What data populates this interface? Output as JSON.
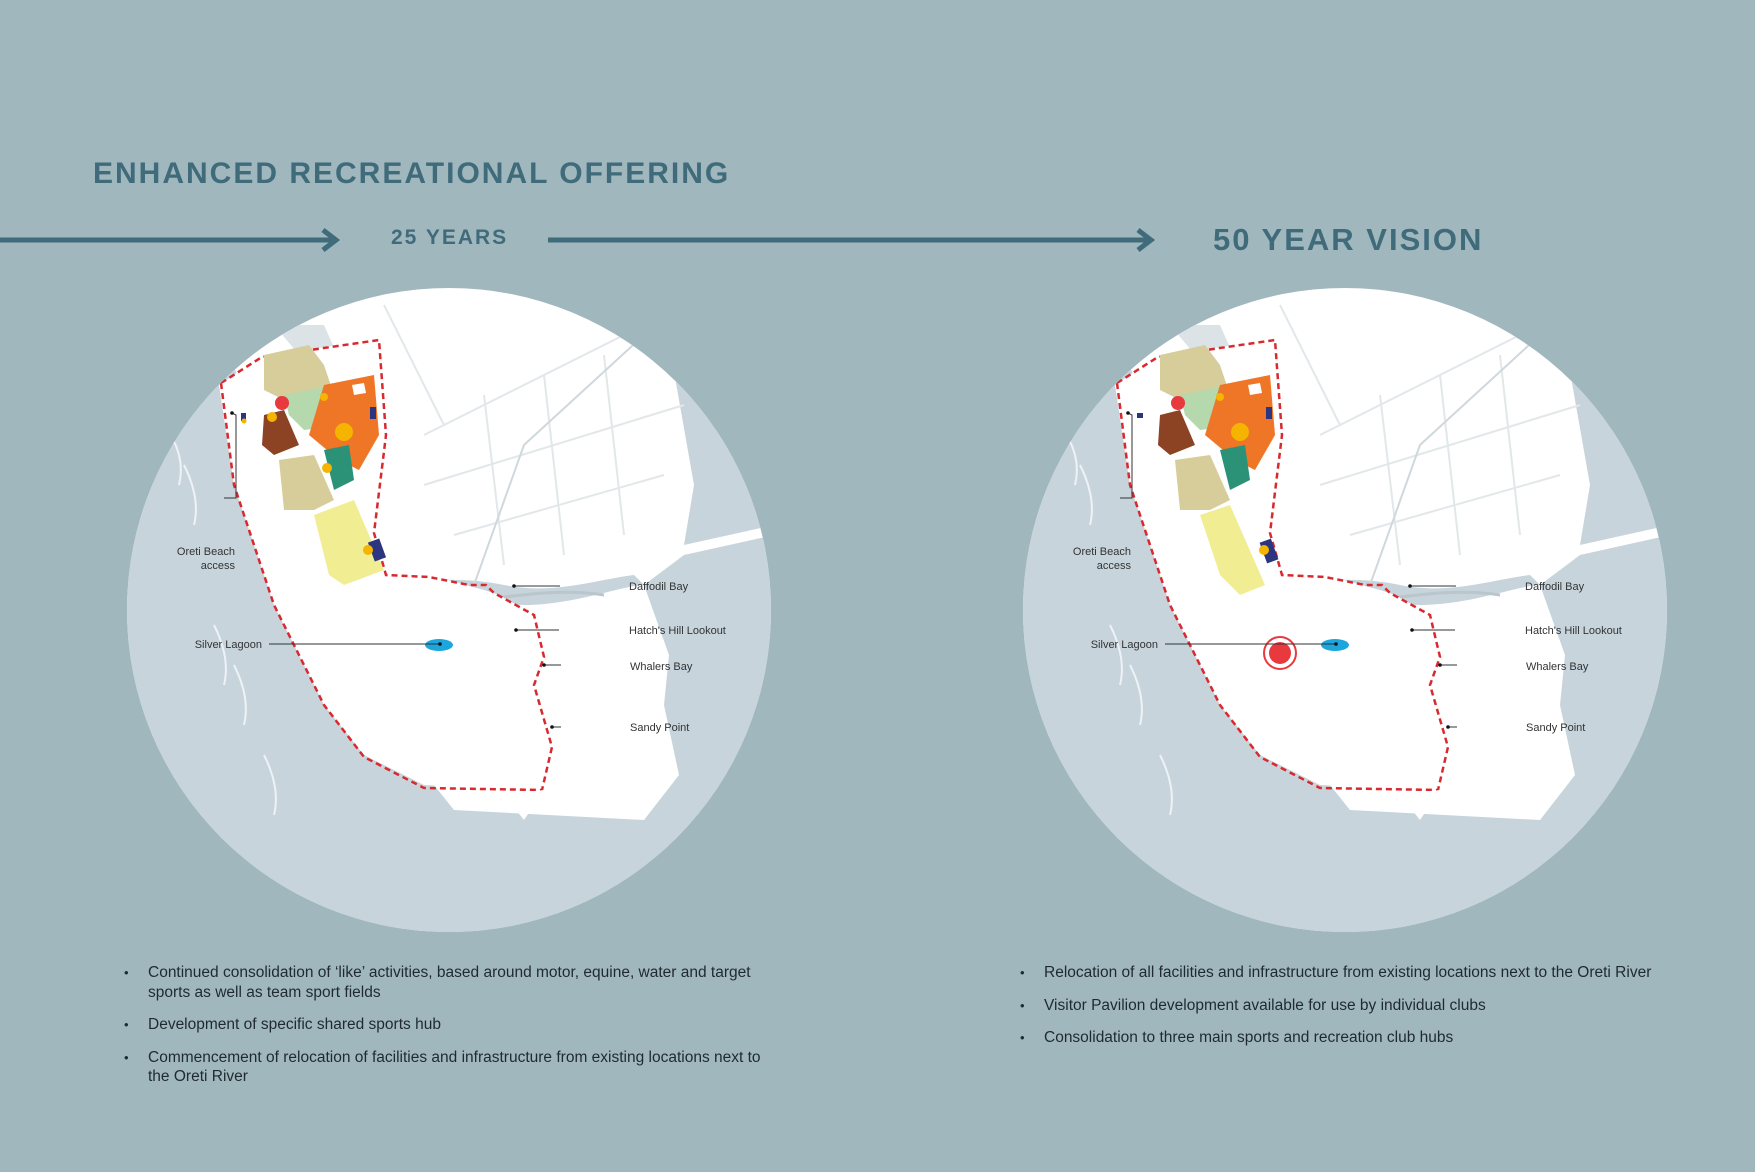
{
  "title": "ENHANCED RECREATIONAL OFFERING",
  "timeline": {
    "stage1_label": "25 YEARS",
    "stage2_label": "50 YEAR VISION"
  },
  "colors": {
    "background": "#a1b7be",
    "heading": "#3f6b7a",
    "boundary": "#d8292f",
    "water": "#c7d4dc",
    "land": "#ffffff",
    "marker": "#e8393f",
    "lagoon": "#1ca6de",
    "zone_olive": "#d6cd9b",
    "zone_orange": "#ef7627",
    "zone_mint": "#b5d8ad",
    "zone_brown": "#8b4323",
    "zone_teal": "#2b9277",
    "zone_yellow": "#f1ed93",
    "zone_navy": "#2b3580",
    "dot_gold": "#f4b400"
  },
  "maps": [
    {
      "id": "map-25-years",
      "labels": {
        "beach_access": [
          "Oreti Beach",
          "access"
        ],
        "silver_lagoon": "Silver Lagoon",
        "daffodil_bay": "Daffodil Bay",
        "hatchs_hill": "Hatch's Hill Lookout",
        "whalers_bay": "Whalers Bay",
        "sandy_point": "Sandy Point"
      }
    },
    {
      "id": "map-50-years",
      "labels": {
        "beach_access": [
          "Oreti Beach",
          "access"
        ],
        "silver_lagoon": "Silver Lagoon",
        "daffodil_bay": "Daffodil Bay",
        "hatchs_hill": "Hatch's Hill Lookout",
        "whalers_bay": "Whalers Bay",
        "sandy_point": "Sandy Point"
      }
    }
  ],
  "bullets_25": [
    "Continued consolidation of ‘like’ activities, based around motor, equine, water and target sports as well as team sport fields",
    "Development of specific shared sports hub",
    "Commencement of relocation of facilities and infrastructure from existing locations next to the Oreti River"
  ],
  "bullets_50": [
    "Relocation of all facilities and infrastructure from existing locations next to the Oreti River",
    "Visitor Pavilion development available for use by individual clubs",
    "Consolidation to three main sports and recreation club hubs"
  ]
}
